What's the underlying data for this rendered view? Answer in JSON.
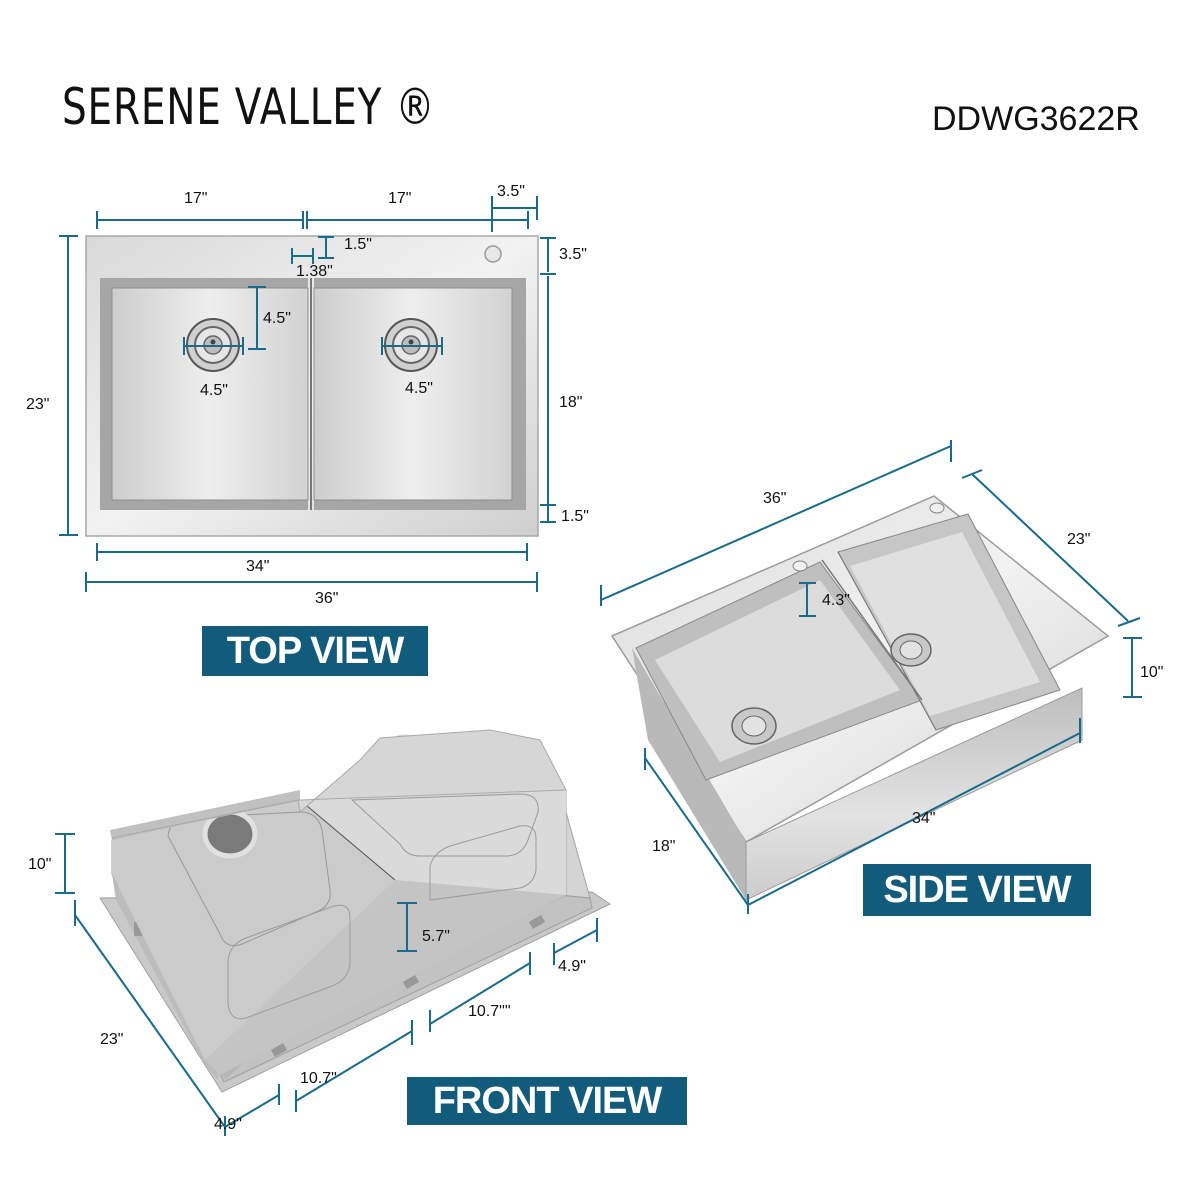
{
  "header": {
    "brand": "SERENE VALLEY ®",
    "model": "DDWG3622R"
  },
  "colors": {
    "accent": "#135b7a",
    "dimension_line": "#1a6a8a",
    "steel_light": "#e4e4e4",
    "steel_mid": "#c4c4c4",
    "steel_dark": "#9a9a9a"
  },
  "top_view": {
    "label": "TOP VIEW",
    "dimensions": {
      "left_bowl_width": "17\"",
      "right_bowl_width": "17\"",
      "faucet_hole_offset": "3.5\"",
      "divider_height": "1.5\"",
      "divider_width": "1.38\"",
      "back_deck": "3.5\"",
      "drain_offset": "4.5\"",
      "left_drain_diameter": "4.5\"",
      "right_drain_diameter": "4.5\"",
      "overall_depth": "23\"",
      "bowl_depth": "18\"",
      "front_rim": "1.5\"",
      "inner_width": "34\"",
      "overall_width": "36\""
    }
  },
  "side_view": {
    "label": "SIDE VIEW",
    "dimensions": {
      "overall_width": "36\"",
      "overall_depth": "23\"",
      "divider_drop": "4.3\"",
      "bowl_height": "10\"",
      "bowl_front_depth": "18\"",
      "bowl_width": "34\""
    }
  },
  "front_view": {
    "label": "FRONT VIEW",
    "dimensions": {
      "height": "10\"",
      "depth": "23\"",
      "divider_height": "5.7\"",
      "right_edge": "4.9\"",
      "right_span": "10.7\"\"",
      "left_span": "10.7\"",
      "left_edge": "4.9\""
    }
  }
}
